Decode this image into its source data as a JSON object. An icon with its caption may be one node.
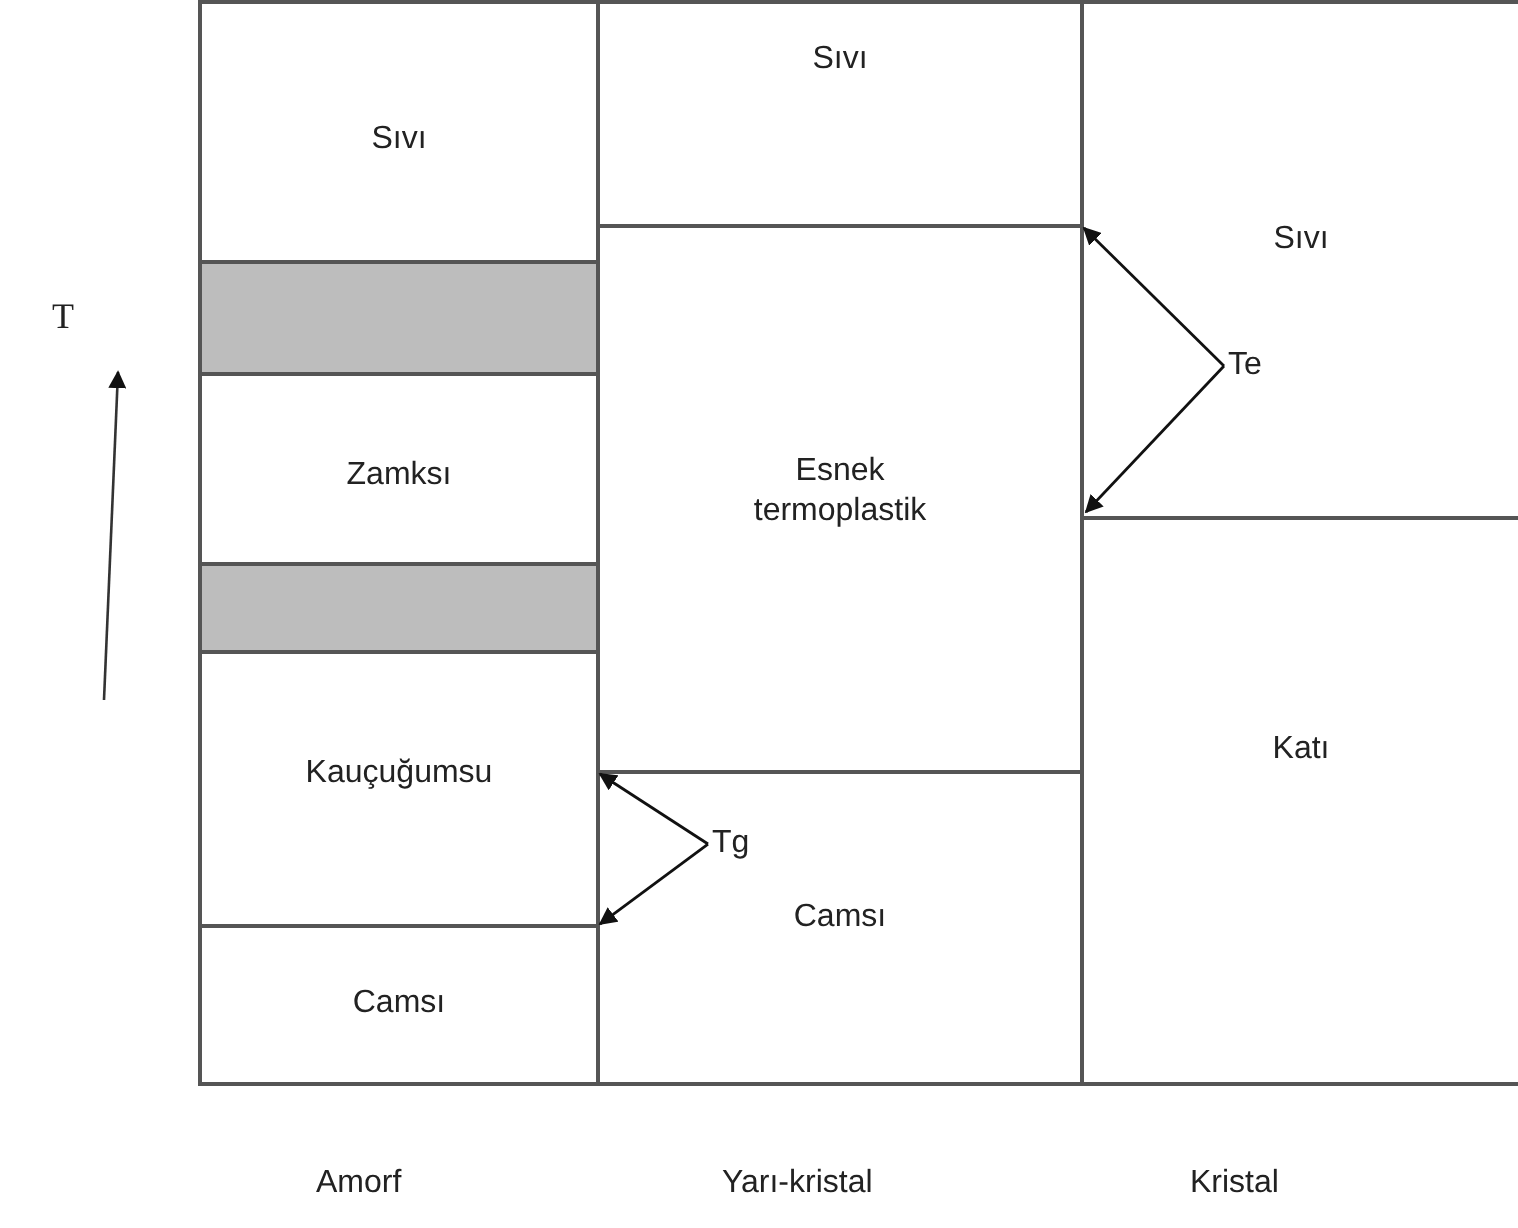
{
  "diagram": {
    "nodes": [
      {
        "text": [
          "Sıvı"
        ]
      },
      {
        "text": [],
        "shape": "box"
      },
      {
        "text": [
          "Zamksı"
        ]
      },
      {
        "text": [],
        "shape": "box"
      },
      {
        "text": [
          "Kauçuğumsu"
        ]
      },
      {
        "text": [
          "Camsı"
        ]
      },
      {
        "text": [
          "Sıvı"
        ]
      },
      {
        "text": [
          "Esnek termoplastik"
        ]
      },
      {
        "text": [
          "Camsı"
        ]
      },
      {
        "text": [
          "Sıvı"
        ]
      },
      {
        "text": [
          "Katı"
        ]
      },
      {
        "text": [
          "Te"
        ],
        "in": 9
      },
      {
        "text": [
          "Tg"
        ],
        "in": 8
      }
    ],
    "edges": [
      {
        "from": 11,
        "to": 6,
        "arrow": "to"
      },
      {
        "from": 11,
        "to": 9,
        "arrow": "to"
      },
      {
        "from": 12,
        "to": 4,
        "arrow": "to"
      },
      {
        "from": 12,
        "to": 5,
        "arrow": "to"
      }
    ],
    "labels": [
      "T",
      "Amorf",
      "Yarı-kristal",
      "Kristal"
    ]
  }
}
